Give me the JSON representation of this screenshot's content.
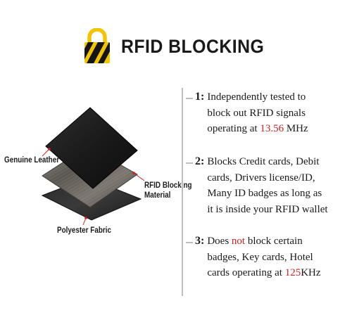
{
  "header": {
    "icon": "padlock-icon",
    "title": "RFID BLOCKING"
  },
  "colors": {
    "accent_yellow": "#f2c500",
    "stripe_black": "#151515",
    "highlight_red": "#d21f1f",
    "divider_gray": "#bdbdbd"
  },
  "layers": {
    "top_label": "Genuine Leather",
    "middle_label_line1": "RFID Blocking",
    "middle_label_line2": "Material",
    "bottom_label": "Polyester Fabric"
  },
  "features": [
    {
      "number": "1:",
      "line1": "Independently tested to",
      "line2": "block out RFID signals",
      "line3_pre": "operating at ",
      "line3_hl": "13.56",
      "line3_post": " MHz"
    },
    {
      "number": "2:",
      "line1": "Blocks Credit cards, Debit",
      "line2": "cards, Drivers license/ID,",
      "line3": "Many ID badges as long as",
      "line4": "it is inside your RFID wallet"
    },
    {
      "number": "3:",
      "line1_pre": "Does ",
      "line1_hl": "not",
      "line1_post": " block certain",
      "line2": "badges, Key cards, Hotel",
      "line3_pre": "cards operating at ",
      "line3_hl": "125",
      "line3_post": "KHz"
    }
  ]
}
